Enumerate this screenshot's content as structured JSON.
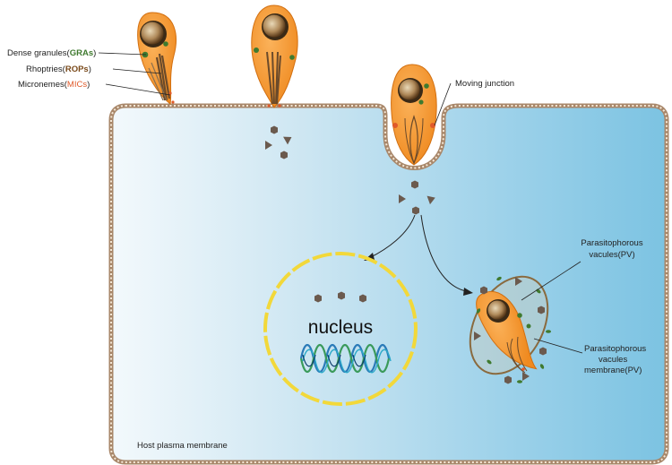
{
  "labels": {
    "dense_granules": {
      "prefix": "Dense granules(",
      "highlight": "GRAs",
      "suffix": ")"
    },
    "rhoptries": {
      "prefix": "Rhoptries(",
      "highlight": "ROPs",
      "suffix": ")"
    },
    "micronemes": {
      "prefix": "Micronemes(",
      "highlight": "MICs",
      "suffix": ")"
    },
    "moving_junction": "Moving junction",
    "pv_line1": "Parasitophorous",
    "pv_line2": "vacules(PV)",
    "pvm_line1": "Parasitophorous",
    "pvm_line2": "vacules",
    "pvm_line3": "membrane(PV)",
    "nucleus": "nucleus",
    "host_membrane": "Host plasma membrane"
  },
  "colors": {
    "parasite": "#f2962e",
    "cell_light": "#eef6fb",
    "cell_dark": "#7cc3e2",
    "membrane": "#b58a6a",
    "nucleus_ring": "#f2d83a",
    "gra": "#3f7a2f",
    "rop": "#7a4a1a",
    "mic": "#e05a2a",
    "particle": "#6b5a4e"
  }
}
